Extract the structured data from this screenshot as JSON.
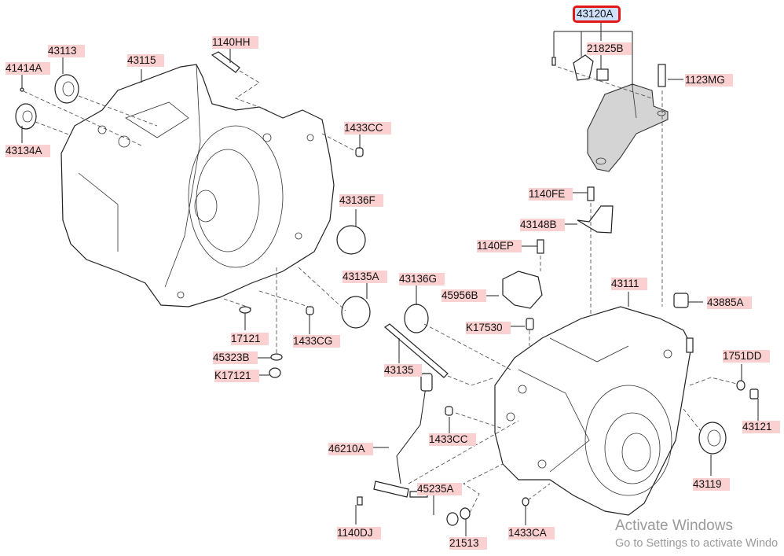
{
  "diagram": {
    "title": "Transaxle case exploded parts diagram",
    "selected_part": "43120A",
    "highlight_colors": {
      "label_bg": "#fbd0d0",
      "selected_bg": "#cfe0fb",
      "selected_border": "#e11818"
    },
    "labels": [
      {
        "id": "41414A",
        "text": "41414A"
      },
      {
        "id": "43113",
        "text": "43113"
      },
      {
        "id": "43115",
        "text": "43115"
      },
      {
        "id": "1140HH",
        "text": "1140HH"
      },
      {
        "id": "43134A",
        "text": "43134A"
      },
      {
        "id": "1433CC-top",
        "text": "1433CC"
      },
      {
        "id": "43136F",
        "text": "43136F"
      },
      {
        "id": "43120A",
        "text": "43120A"
      },
      {
        "id": "21825B",
        "text": "21825B"
      },
      {
        "id": "1123MG",
        "text": "1123MG"
      },
      {
        "id": "1140FE",
        "text": "1140FE"
      },
      {
        "id": "43148B",
        "text": "43148B"
      },
      {
        "id": "1140EP",
        "text": "1140EP"
      },
      {
        "id": "43135A",
        "text": "43135A"
      },
      {
        "id": "43136G",
        "text": "43136G"
      },
      {
        "id": "45956B",
        "text": "45956B"
      },
      {
        "id": "43111",
        "text": "43111"
      },
      {
        "id": "43885A",
        "text": "43885A"
      },
      {
        "id": "17121",
        "text": "17121"
      },
      {
        "id": "1433CG",
        "text": "1433CG"
      },
      {
        "id": "K17530",
        "text": "K17530"
      },
      {
        "id": "45323B",
        "text": "45323B"
      },
      {
        "id": "K17121",
        "text": "K17121"
      },
      {
        "id": "43135",
        "text": "43135"
      },
      {
        "id": "1751DD",
        "text": "1751DD"
      },
      {
        "id": "43121",
        "text": "43121"
      },
      {
        "id": "1433CC-bottom",
        "text": "1433CC"
      },
      {
        "id": "46210A",
        "text": "46210A"
      },
      {
        "id": "43119",
        "text": "43119"
      },
      {
        "id": "45235A",
        "text": "45235A"
      },
      {
        "id": "1140DJ",
        "text": "1140DJ"
      },
      {
        "id": "21513",
        "text": "21513"
      },
      {
        "id": "1433CA",
        "text": "1433CA"
      }
    ]
  },
  "watermark": {
    "line1": "Activate Windows",
    "line2": "Go to Settings to activate Windo"
  }
}
